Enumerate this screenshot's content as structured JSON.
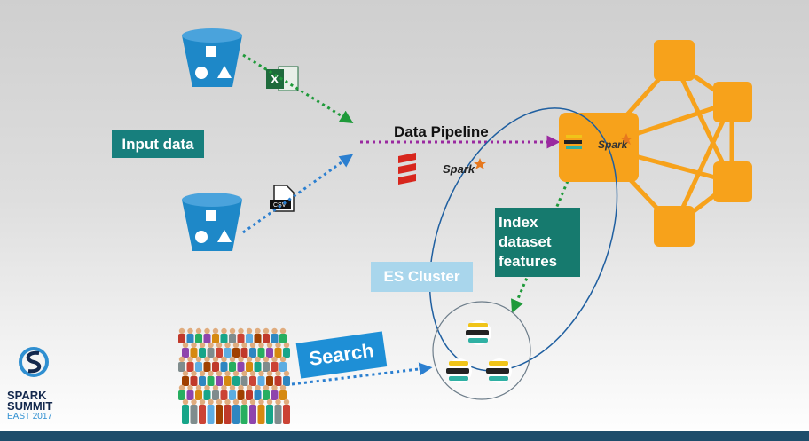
{
  "labels": {
    "input_data": "Input data",
    "data_pipeline": "Data Pipeline",
    "spark": "Spark",
    "es_cluster": "ES Cluster",
    "index_lines": [
      "Index",
      "dataset",
      "features"
    ],
    "search": "Search",
    "csv": "CSV",
    "excel": "X"
  },
  "logo": {
    "line1": "SPARK",
    "line2": "SUMMIT",
    "line3": "EAST 2017"
  },
  "colors": {
    "bucket": "#1e88c8",
    "orange_node": "#f7a21b",
    "teal": "#177f7d",
    "green_arrow": "#1f9a3a",
    "blue_arrow": "#2b7fd0",
    "purple_arrow": "#9a2aa0",
    "es_label": "#a9d6ec",
    "search_label": "#1e8fd6"
  },
  "icons": [
    "bucket-icon",
    "excel-icon",
    "csv-file-icon",
    "scala-icon",
    "spark-icon",
    "elasticsearch-icon",
    "crowd-icon",
    "spark-summit-logo"
  ]
}
